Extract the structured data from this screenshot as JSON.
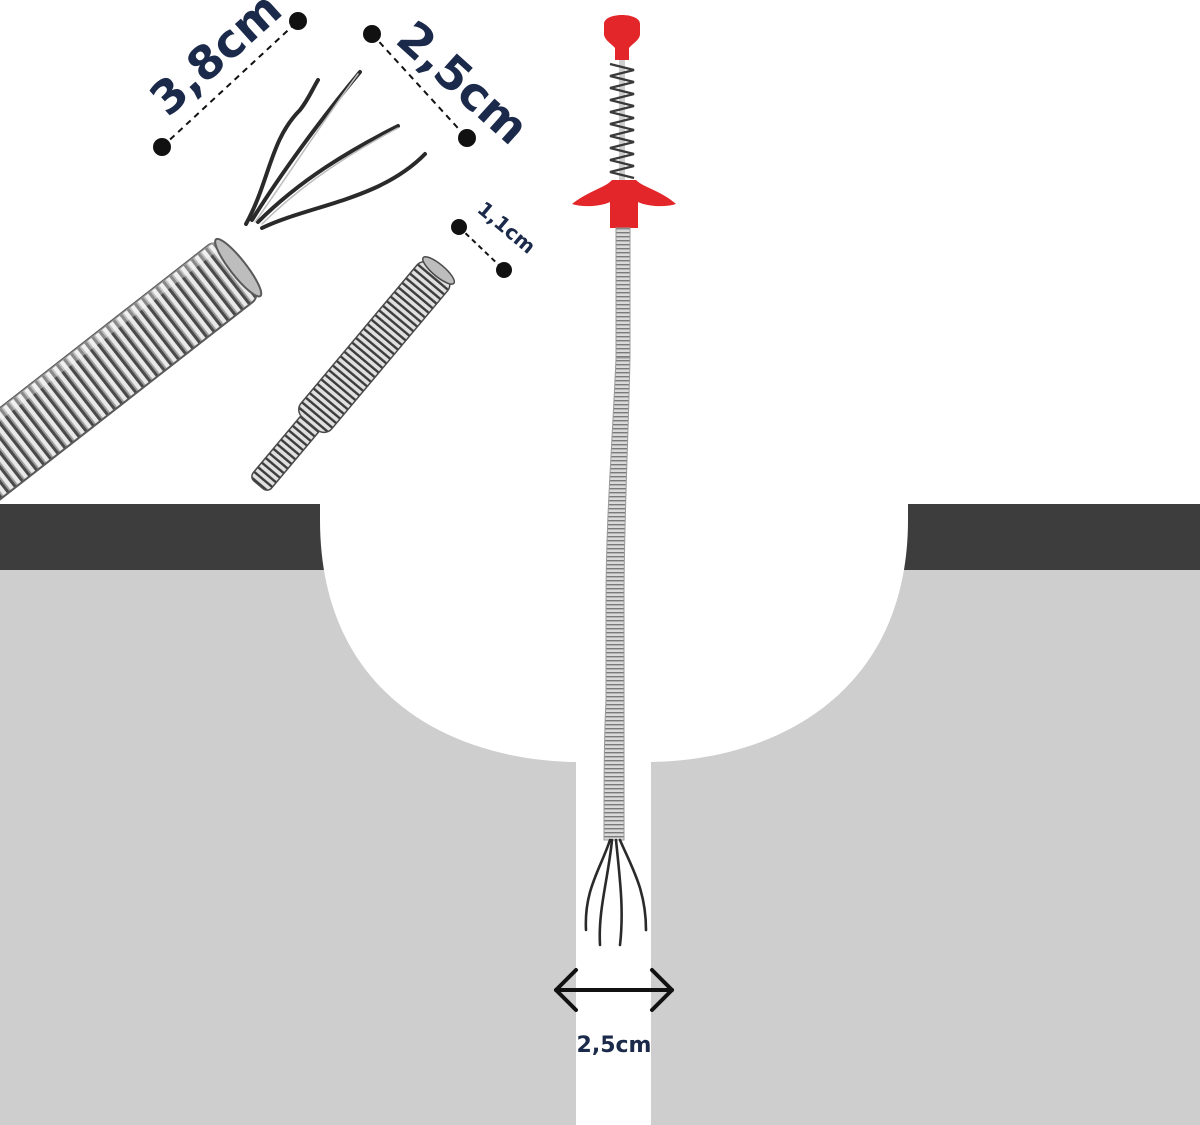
{
  "labels": {
    "prong_length": "3,8cm",
    "prong_spread": "2,5cm",
    "tube_diameter": "1,1cm",
    "pipe_width": "2,5cm"
  },
  "colors": {
    "label_navy": "#1b2a4a",
    "sink_dark": "#3d3d3d",
    "sink_light": "#cecece",
    "handle_red": "#e3262a",
    "spring_grey": "#9a9a9a",
    "prong_dark": "#2a2a2a"
  },
  "icons": {
    "dimension_arrow": "double-headed-arrow-icon",
    "dimension_dot": "dot-icon"
  }
}
